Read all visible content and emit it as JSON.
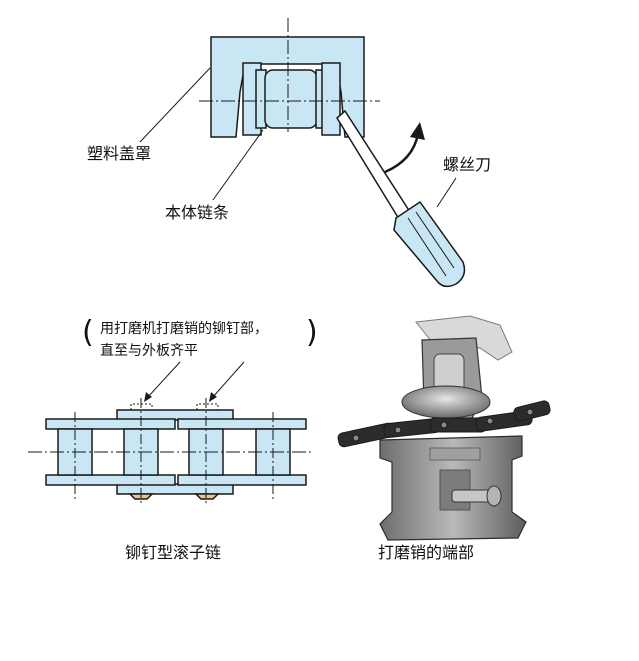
{
  "labels": {
    "plastic_cover": "塑料盖罩",
    "chain_body": "本体链条",
    "screwdriver": "螺丝刀",
    "riveted_chain": "铆钉型滚子链",
    "grind_pin_end": "打磨销的端部"
  },
  "instruction": {
    "line1": "用打磨机打磨销的铆钉部，",
    "line2": "直至与外板齐平"
  },
  "colors": {
    "fill": "#c8e6f3",
    "stroke": "#1a1a1a",
    "background": "#ffffff"
  }
}
